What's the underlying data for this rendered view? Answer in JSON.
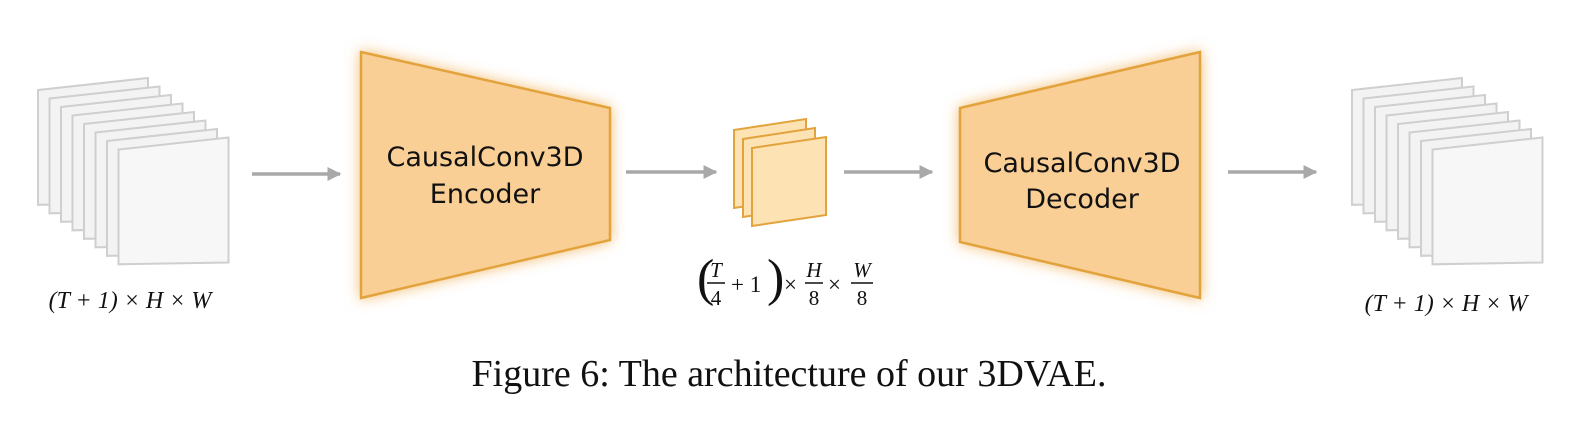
{
  "encoder": {
    "line1": "CausalConv3D",
    "line2": "Encoder"
  },
  "decoder": {
    "line1": "CausalConv3D",
    "line2": "Decoder"
  },
  "input_label": "(T + 1) × H × W",
  "latent_label": {
    "t": "T",
    "d4": "4",
    "plus1": "+ 1",
    "times": "×",
    "h": "H",
    "d8a": "8",
    "w": "W",
    "d8b": "8"
  },
  "output_label": "(T + 1) × H × W",
  "caption": "Figure 6: The architecture of our 3DVAE.",
  "colors": {
    "block_fill": "#f9cf96",
    "block_stroke": "#e2a33c",
    "latent_fill": "#fde3b4",
    "frame_fill": "#f3f3f3",
    "frame_stroke": "#cfcfcf",
    "arrow": "#a9a9a9"
  }
}
